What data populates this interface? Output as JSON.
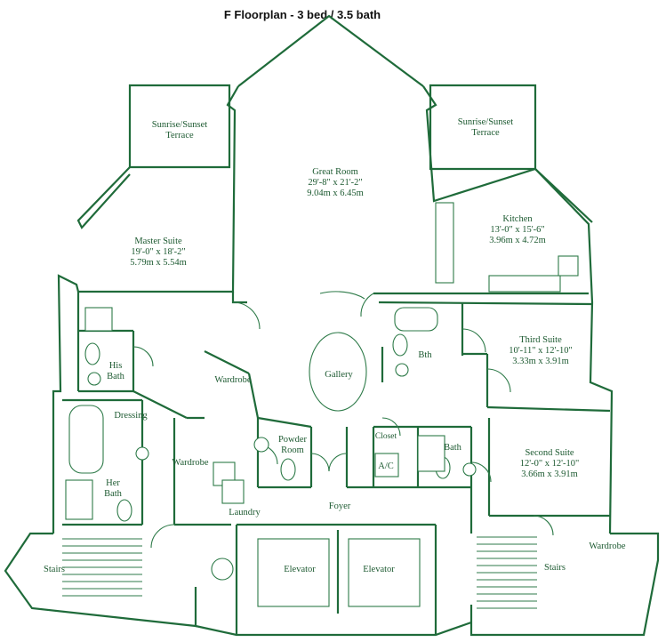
{
  "title": "F Floorplan - 3 bed / 3.5 bath",
  "rooms": {
    "terrace_left": [
      "Sunrise/Sunset",
      "Terrace"
    ],
    "terrace_right": [
      "Sunrise/Sunset",
      "Terrace"
    ],
    "great_room": [
      "Great Room",
      "29'-8\" x 21'-2\"",
      "9.04m x 6.45m"
    ],
    "kitchen": [
      "Kitchen",
      "13'-0\" x 15'-6\"",
      "3.96m x 4.72m"
    ],
    "master_suite": [
      "Master Suite",
      "19'-0\" x 18'-2\"",
      "5.79m x 5.54m"
    ],
    "third_suite": [
      "Third Suite",
      "10'-11\" x 12'-10\"",
      "3.33m x 3.91m"
    ],
    "second_suite": [
      "Second Suite",
      "12'-0\" x 12'-10\"",
      "3.66m x 3.91m"
    ],
    "his_bath": [
      "His",
      "Bath"
    ],
    "her_bath": [
      "Her",
      "Bath"
    ],
    "powder_room": [
      "Powder",
      "Room"
    ],
    "bath_small": "Bth",
    "bath": "Bath",
    "closet": "Closet",
    "ac": "A/C",
    "gallery": "Gallery",
    "dressing": "Dressing",
    "wardrobe_1": "Wardrobe",
    "wardrobe_2": "Wardrobe",
    "wardrobe_3": "Wardrobe",
    "laundry": "Laundry",
    "foyer": "Foyer",
    "elevator_1": "Elevator",
    "elevator_2": "Elevator",
    "stairs_left": "Stairs",
    "stairs_right": "Stairs"
  }
}
